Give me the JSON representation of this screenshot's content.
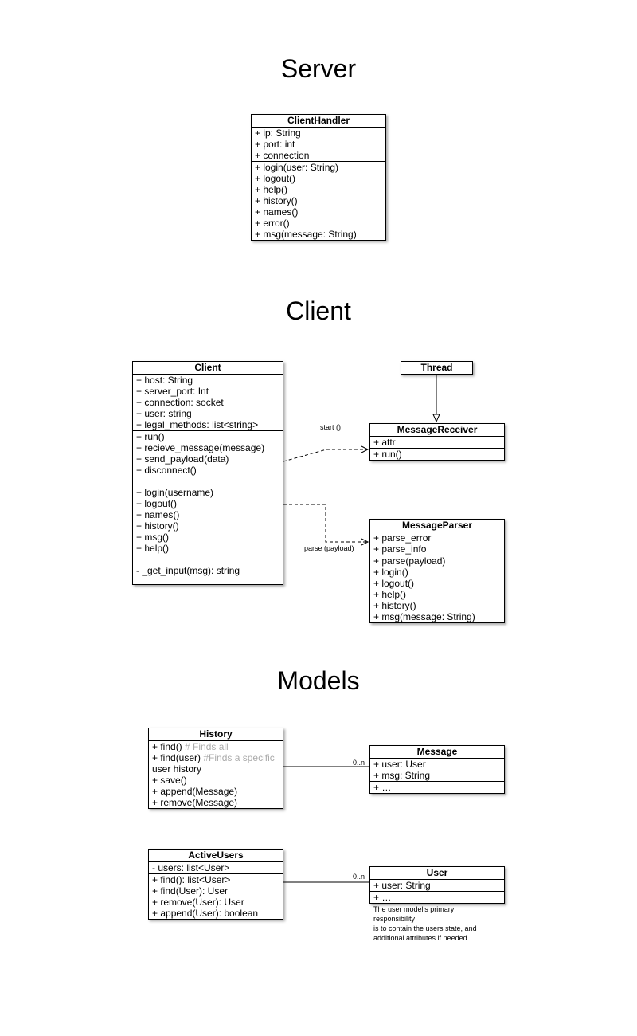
{
  "sections": {
    "server": "Server",
    "client": "Client",
    "models": "Models"
  },
  "classes": {
    "client_handler": {
      "name": "ClientHandler",
      "attributes": [
        "+ ip: String",
        "+ port: int",
        "+ connection"
      ],
      "methods": [
        "+ login(user: String)",
        "+ logout()",
        "+ help()",
        "+ history()",
        "+ names()",
        "+ error()",
        "+ msg(message: String)"
      ]
    },
    "client": {
      "name": "Client",
      "attributes": [
        "+ host: String",
        "+ server_port: Int",
        "+ connection: socket",
        "+ user: string",
        "+ legal_methods: list<string>"
      ],
      "methods": [
        "+ run()",
        "+ recieve_message(message)",
        "+ send_payload(data)",
        "+ disconnect()",
        "",
        "+ login(username)",
        "+ logout()",
        "+ names()",
        "+ history()",
        "+ msg()",
        "+ help()",
        "",
        "- _get_input(msg): string"
      ]
    },
    "thread": {
      "name": "Thread"
    },
    "message_receiver": {
      "name": "MessageReceiver",
      "attributes": [
        "+ attr"
      ],
      "methods": [
        "+ run()"
      ]
    },
    "message_parser": {
      "name": "MessageParser",
      "attributes": [
        "+ parse_error",
        "+ parse_info"
      ],
      "methods": [
        "+ parse(payload)",
        "+ login()",
        "+ logout()",
        "+ help()",
        "+ history()",
        "+ msg(message: String)"
      ]
    },
    "history": {
      "name": "History",
      "find_all": "+ find()",
      "find_all_comment": " # Finds all",
      "find_user": "+ find(user)",
      "find_user_comment": " #Finds a specific",
      "find_user_cont": "user history",
      "rest": [
        "+ save()",
        "+ append(Message)",
        "+ remove(Message)"
      ]
    },
    "message": {
      "name": "Message",
      "attributes": [
        "+ user: User",
        "+ msg: String"
      ],
      "methods": [
        "+ …"
      ]
    },
    "active_users": {
      "name": "ActiveUsers",
      "attributes": [
        "- users: list<User>"
      ],
      "methods": [
        "+ find(): list<User>",
        "+ find(User): User",
        "+ remove(User): User",
        "+ append(User): boolean"
      ]
    },
    "user": {
      "name": "User",
      "attributes": [
        "+ user: String"
      ],
      "methods": [
        "+ …"
      ]
    }
  },
  "relations": {
    "start_label": "start ()",
    "parse_label": "parse (payload)",
    "history_message_mult": "0..n",
    "activeusers_user_mult": "0..n"
  },
  "notes": {
    "user_note": [
      "The user model's primary",
      "responsibility",
      "is to contain the users state, and",
      "additional attributes if needed"
    ]
  }
}
